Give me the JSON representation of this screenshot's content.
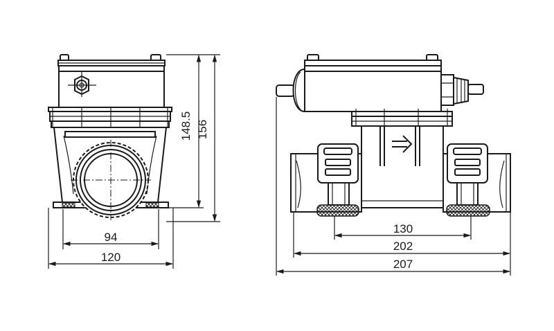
{
  "drawing": {
    "colors": {
      "line": "#1a1a1a",
      "background": "#ffffff"
    },
    "side_view": {
      "dimensions": {
        "inner_width": "94",
        "outer_width": "120",
        "height_inner": "148.5",
        "height_outer": "156"
      }
    },
    "front_view": {
      "dimensions": {
        "inner_span": "130",
        "middle_span": "202",
        "overall_span": "207"
      },
      "flow_arrow_icon": "arrow-right-icon"
    }
  }
}
